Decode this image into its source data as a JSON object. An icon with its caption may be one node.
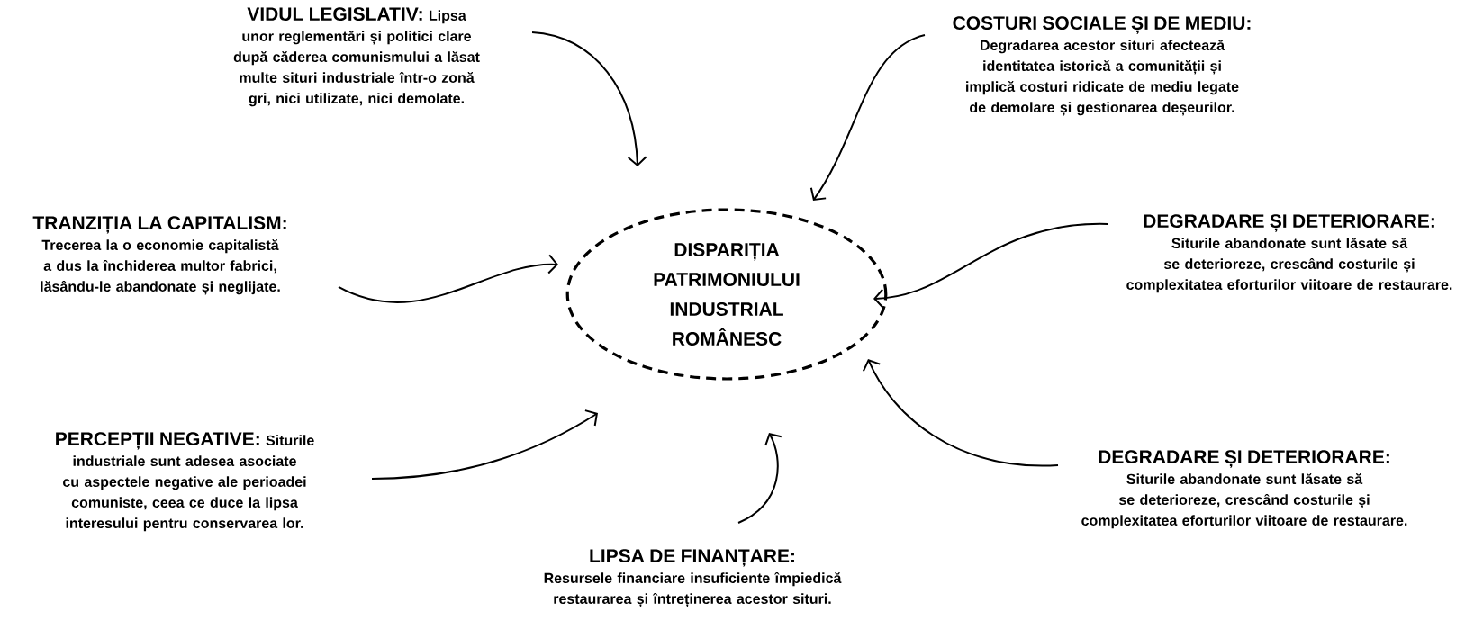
{
  "diagram": {
    "nodes": [
      {
        "text": [
          "VIDUL LEGISLATIV:",
          "Lipsa unor reglementări și politici clare după căderea comunismului a lăsat multe situri industriale într-o zonă gri, nici utilizate, nici demolate."
        ]
      },
      {
        "text": [
          "COSTURI SOCIALE ȘI DE MEDIU:",
          "Degradarea acestor situri afectează identitatea istorică a comunității și implică costuri ridicate de mediu legate de demolare și gestionarea deșeurilor."
        ]
      },
      {
        "text": [
          "TRANZIȚIA LA CAPITALISM:",
          "Trecerea la o economie capitalistă a dus la închiderea multor fabrici, lăsându-le abandonate și neglijate."
        ]
      },
      {
        "text": [
          "DEGRADARE ȘI DETERIORARE:",
          "Siturile abandonate sunt lăsate să se deterioreze, crescând costurile și complexitatea eforturilor viitoare de restaurare."
        ]
      },
      {
        "text": [
          "DISPARIȚIA PATRIMONIULUI INDUSTRIAL ROMÂNESC"
        ]
      },
      {
        "text": [
          "PERCEPȚII NEGATIVE:",
          "Siturile industriale sunt adesea asociate cu aspectele negative ale perioadei comuniste, ceea ce duce la lipsa interesului pentru conservarea lor."
        ]
      },
      {
        "text": [
          "DEGRADARE ȘI DETERIORARE:",
          "Siturile abandonate sunt lăsate să se deterioreze, crescând costurile și complexitatea eforturilor viitoare de restaurare."
        ]
      },
      {
        "text": [
          "LIPSA DE FINANȚARE:",
          "Resursele financiare insuficiente împiedică restaurarea și întreținerea acestor situri."
        ]
      }
    ],
    "edges": [
      {
        "from": 0,
        "to": 4,
        "arrow": "to"
      },
      {
        "from": 1,
        "to": 4,
        "arrow": "to"
      },
      {
        "from": 2,
        "to": 4,
        "arrow": "to"
      },
      {
        "from": 3,
        "to": 4,
        "arrow": "to"
      },
      {
        "from": 5,
        "to": 4,
        "arrow": "to"
      },
      {
        "from": 6,
        "to": 4,
        "arrow": "to"
      },
      {
        "from": 7,
        "to": 4,
        "arrow": "to"
      }
    ]
  }
}
